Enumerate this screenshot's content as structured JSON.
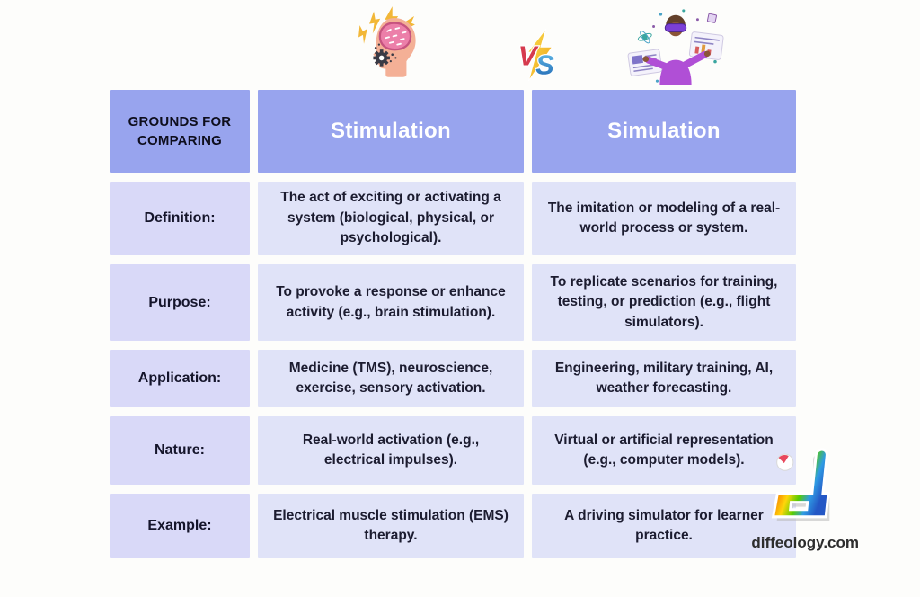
{
  "page": {
    "background": "#fdfdfb"
  },
  "icons": {
    "stimulation_illustration": "head-with-brain-gear-and-lightning-bolts",
    "vs_badge": {
      "v": "V",
      "s": "S"
    },
    "simulation_illustration": "person-wearing-vr-headset-with-floating-screens",
    "brand_logo": "rainbow-letter-d-logo"
  },
  "table": {
    "header": {
      "col1": "GROUNDS FOR COMPARING",
      "col2": "Stimulation",
      "col3": "Simulation"
    },
    "rows": [
      {
        "label": "Definition:",
        "stimulation": "The act of exciting or activating a system (biological, physical, or psychological).",
        "simulation": "The imitation or modeling of a real-world process or system."
      },
      {
        "label": "Purpose:",
        "stimulation": "To provoke a response or enhance activity (e.g., brain stimulation).",
        "simulation": "To replicate scenarios for training, testing, or prediction (e.g., flight simulators)."
      },
      {
        "label": "Application:",
        "stimulation": "Medicine (TMS), neuroscience, exercise, sensory activation.",
        "simulation": "Engineering, military training, AI, weather forecasting."
      },
      {
        "label": "Nature:",
        "stimulation": "Real-world activation (e.g., electrical impulses).",
        "simulation": "Virtual or artificial representation (e.g., computer models)."
      },
      {
        "label": "Example:",
        "stimulation": "Electrical muscle stimulation (EMS) therapy.",
        "simulation": "A driving simulator for learner practice."
      }
    ]
  },
  "footer": {
    "site": "diffeology.com"
  },
  "colors": {
    "header_bg": "#98a4ee",
    "header_text_light": "#ffffff",
    "header_text_dark": "#0e0e1d",
    "label_cell_bg": "#d9d9f8",
    "content_cell_bg": "#e0e3f8",
    "body_text": "#1c1c30",
    "bolt_yellow": "#f2b737",
    "vs_red": "#d63a4e",
    "vs_blue": "#2f86d4",
    "brain_pink": "#ec7fa9",
    "shirt_purple": "#b04fd6"
  }
}
